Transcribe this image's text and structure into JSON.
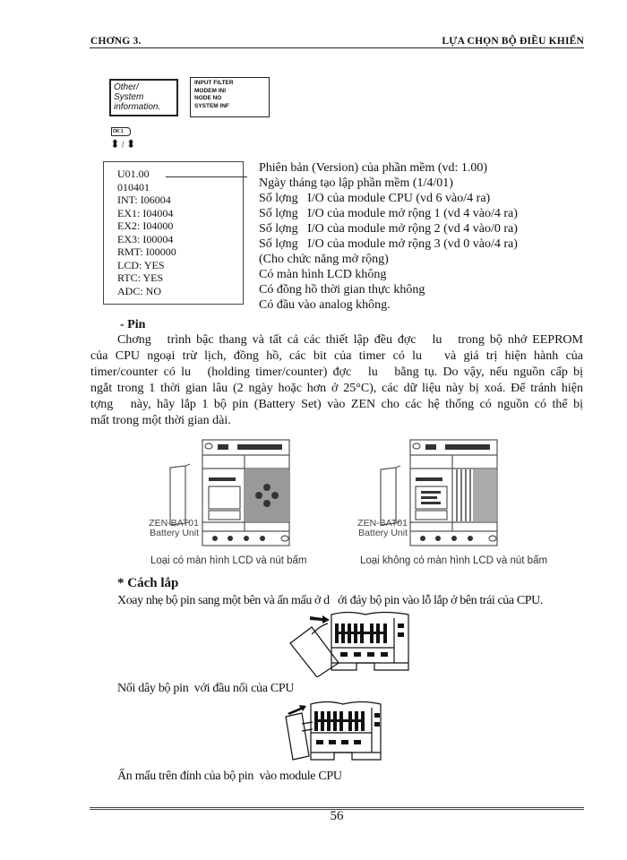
{
  "header": {
    "left": "CHƠNG 3.",
    "right": "LỰA CHỌN BỘ ĐIỀU KHIỂN"
  },
  "menu_figure": {
    "left_box_lines": [
      "Other/",
      "System",
      "information."
    ],
    "right_box_lines": [
      "INPUT FILTER",
      "MODEM INI",
      "NODE NO",
      "SYSTEM INF"
    ],
    "key_label": "OK 1",
    "nav_icons": [
      "up-down-arrow-icon",
      "up-down-arrow-icon"
    ],
    "nav_separator": "/"
  },
  "info_box": {
    "lines": [
      "U01.00",
      "010401",
      "INT: I06004",
      "EX1: I04004",
      "EX2: I04000",
      "EX3: I00004",
      "RMT: I00000",
      "LCD: YES",
      "RTC: YES",
      "ADC: NO"
    ]
  },
  "info_descriptions": [
    "Phiên bản (Version) của phần mềm (vd: 1.00)",
    "Ngày tháng tạo lập phần mềm (1/4/01)",
    "Số lợng   I/O của module CPU (vd 6 vào/4 ra)",
    "Số lợng   I/O của module mở rộng 1 (vd 4 vào/4 ra)",
    "Số lợng   I/O của module mở rộng 2 (vd 4 vào/0 ra)",
    "Số lợng   I/O của module mở rộng 3 (vd 0 vào/4 ra)",
    "(Cho chức năng mở rộng)",
    "Có màn hình LCD không",
    "Có đồng hồ thời gian thực không",
    "Có đầu vào analog không."
  ],
  "pin_section": {
    "heading": "- Pin",
    "paragraph_lines": [
      "Chơng   trình bậc thang và tất cả các thiết lập đều đợc   lu   trong bộ nhớ EEPROM",
      "của CPU ngoại trừ lịch, đồng hồ, các bit của timer có lu   và giá trị hiện hành của",
      "timer/counter có lu   (holding timer/counter) đợc   lu   bằng tụ. Do vậy, nếu nguồn cấp bị",
      "ngắt trong 1 thời gian lâu (2 ngày hoặc hơn ở 25°C), các dữ liệu này bị xoá. Để tránh hiện",
      "tợng   này, hãy lắp 1 bộ pin (Battery Set) vào ZEN cho các hệ thống có nguồn có thể bị",
      "mất trong một thời gian dài."
    ]
  },
  "figures": {
    "left": {
      "battery_label": [
        "ZEN-BAT01",
        "Battery Unit"
      ],
      "caption": "Loại có màn hình LCD và nút bấm"
    },
    "right": {
      "battery_label": [
        "ZEN-BAT01",
        "Battery Unit"
      ],
      "caption": "Loại không có màn hình LCD và nút bấm"
    }
  },
  "install_section": {
    "heading": "* Cách lắp",
    "step1": "Xoay nhẹ bộ pin sang một bên và ấn mấu ở d   ới đáy bộ pin vào lỗ lắp ở bên trái của CPU.",
    "step2": "Nối dây bộ pin  với đầu nối của CPU",
    "step3": "Ấn mấu trên đỉnh của bộ pin  vào module CPU"
  },
  "footer": {
    "page_number": "56"
  }
}
